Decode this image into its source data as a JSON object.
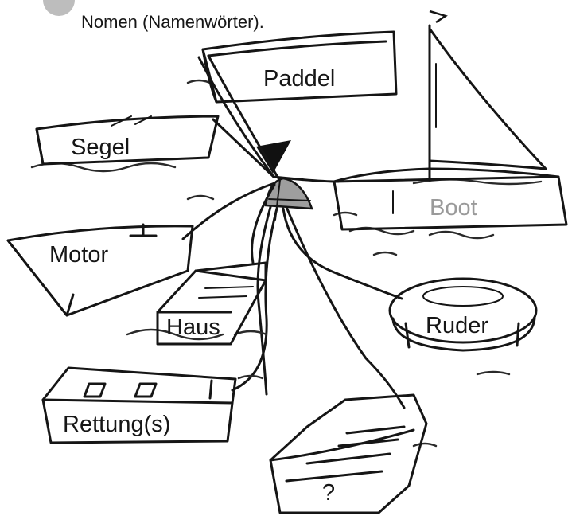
{
  "instruction": {
    "line": "Nomen (Namenwörter)."
  },
  "boats": [
    {
      "key": "paddel",
      "label": "Paddel"
    },
    {
      "key": "segel",
      "label": "Segel"
    },
    {
      "key": "boot",
      "label": "Boot"
    },
    {
      "key": "motor",
      "label": "Motor"
    },
    {
      "key": "haus",
      "label": "Haus"
    },
    {
      "key": "ruder",
      "label": "Ruder"
    },
    {
      "key": "rettung",
      "label": "Rettung(s)"
    },
    {
      "key": "unknown",
      "label": "?"
    }
  ],
  "colors": {
    "ink": "#151515",
    "faded_label": "#9a9a9a",
    "badge": "#bdbdbd"
  }
}
